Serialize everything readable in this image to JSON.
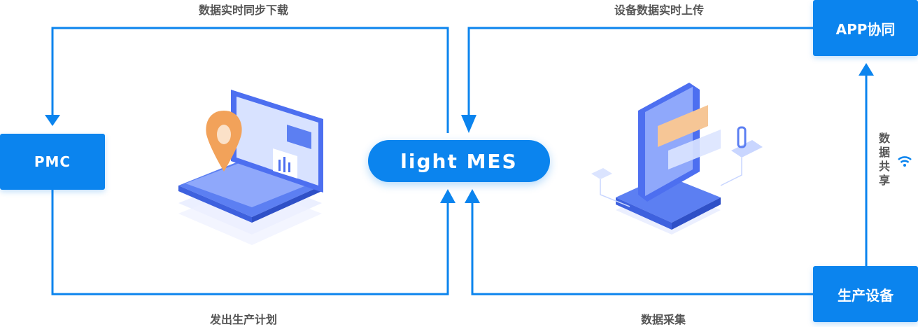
{
  "nodes": {
    "pmc": "PMC",
    "app": "APP协同",
    "production_equipment": "生产设备",
    "mes": "light MES"
  },
  "edges": {
    "download": "数据实时同步下载",
    "upload": "设备数据实时上传",
    "plan": "发出生产计划",
    "collect": "数据采集",
    "share": "数据共享"
  },
  "icons": {
    "laptop": "laptop-map-pin-icon",
    "phone": "phone-chat-icon",
    "wifi": "wifi-icon"
  },
  "colors": {
    "primary": "#0b84ee",
    "label": "#555555",
    "illustration_accent": "#f2a25a"
  }
}
